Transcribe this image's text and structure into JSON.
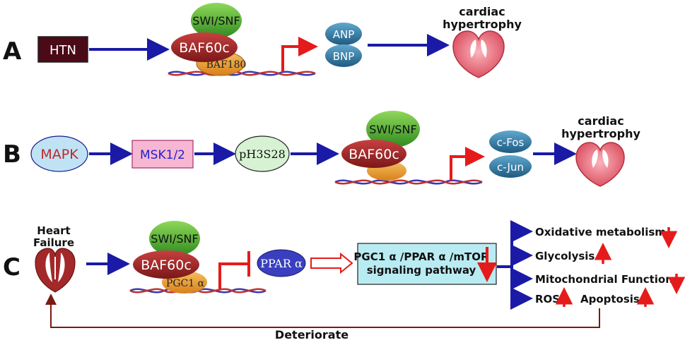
{
  "panels": {
    "a": {
      "label": "A",
      "htn": "HTN",
      "swisnf": "SWI/SNF",
      "baf60c": "BAF60c",
      "baf180": "BAF180",
      "anp": "ANP",
      "bnp": "BNP",
      "outcome": [
        "cardiac",
        "hypertrophy"
      ]
    },
    "b": {
      "label": "B",
      "mapk": "MAPK",
      "msk": "MSK1/2",
      "ph3s28": "pH3S28",
      "swisnf": "SWI/SNF",
      "baf60c": "BAF60c",
      "cfos": "c-Fos",
      "cjun": "c-Jun",
      "outcome": [
        "cardiac",
        "hypertrophy"
      ]
    },
    "c": {
      "label": "C",
      "heart_failure": [
        "Heart",
        "Failure"
      ],
      "swisnf": "SWI/SNF",
      "baf60c": "BAF60c",
      "pgc1": "PGC1 α",
      "ppar": "PPAR α",
      "pathway": [
        "PGC1 α /PPAR α /mTOR",
        "signaling pathway"
      ],
      "oxidative": "Oxidative metabolism",
      "glycolysis": "Glycolysis",
      "mitochondrial": "Mitochondrial Function",
      "ros": "ROS",
      "apoptosis": "Apoptosis",
      "deteriorate": "Deteriorate"
    }
  },
  "colors": {
    "arrow_blue": "#1a1aa6",
    "red": "#e51b1b",
    "htn_box": "#4a0a17",
    "baf60c": "#a52727",
    "swisnf": "#4aa82a",
    "baf_orange": "#e89a2a",
    "gene_blue": "#2a6f9a",
    "mapk_fill": "#bfe3f5",
    "msk_fill": "#f7b7d3",
    "ph3_fill": "#d6f2d2",
    "ppar_fill": "#3a3fbf",
    "pathway_fill": "#b9ecf2",
    "heart": "#e86474",
    "hf_heart": "#a3282a",
    "feedback": "#7a1a12"
  }
}
